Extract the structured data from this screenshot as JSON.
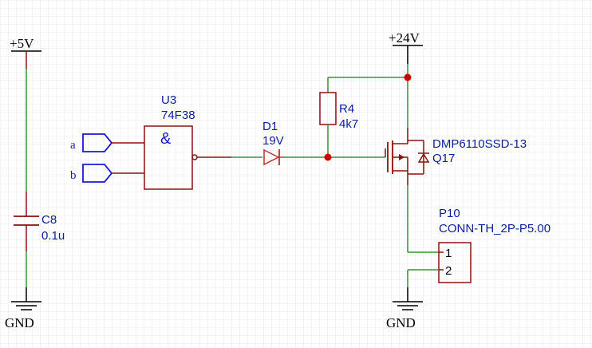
{
  "colors": {
    "background": "#ffffff",
    "grid": "#e6e6e6",
    "wire": "#2e9a2e",
    "component": "#8b1010",
    "junction": "#cc0000",
    "label": "#0a1e96",
    "power": "#000000",
    "port": "#1a1acc"
  },
  "power": {
    "vcc5": "+5V",
    "vcc24": "+24V",
    "gnd_left": "GND",
    "gnd_right": "GND"
  },
  "ports": {
    "a": "a",
    "b": "b"
  },
  "components": {
    "u3": {
      "ref": "U3",
      "value": "74F38",
      "symbol": "&"
    },
    "d1": {
      "ref": "D1",
      "value": "19V"
    },
    "r4": {
      "ref": "R4",
      "value": "4k7"
    },
    "q17": {
      "ref": "Q17",
      "value": "DMP6110SSD-13"
    },
    "c8": {
      "ref": "C8",
      "value": "0.1u"
    },
    "p10": {
      "ref": "P10",
      "value": "CONN-TH_2P-P5.00",
      "pins": [
        "1",
        "2"
      ]
    }
  }
}
